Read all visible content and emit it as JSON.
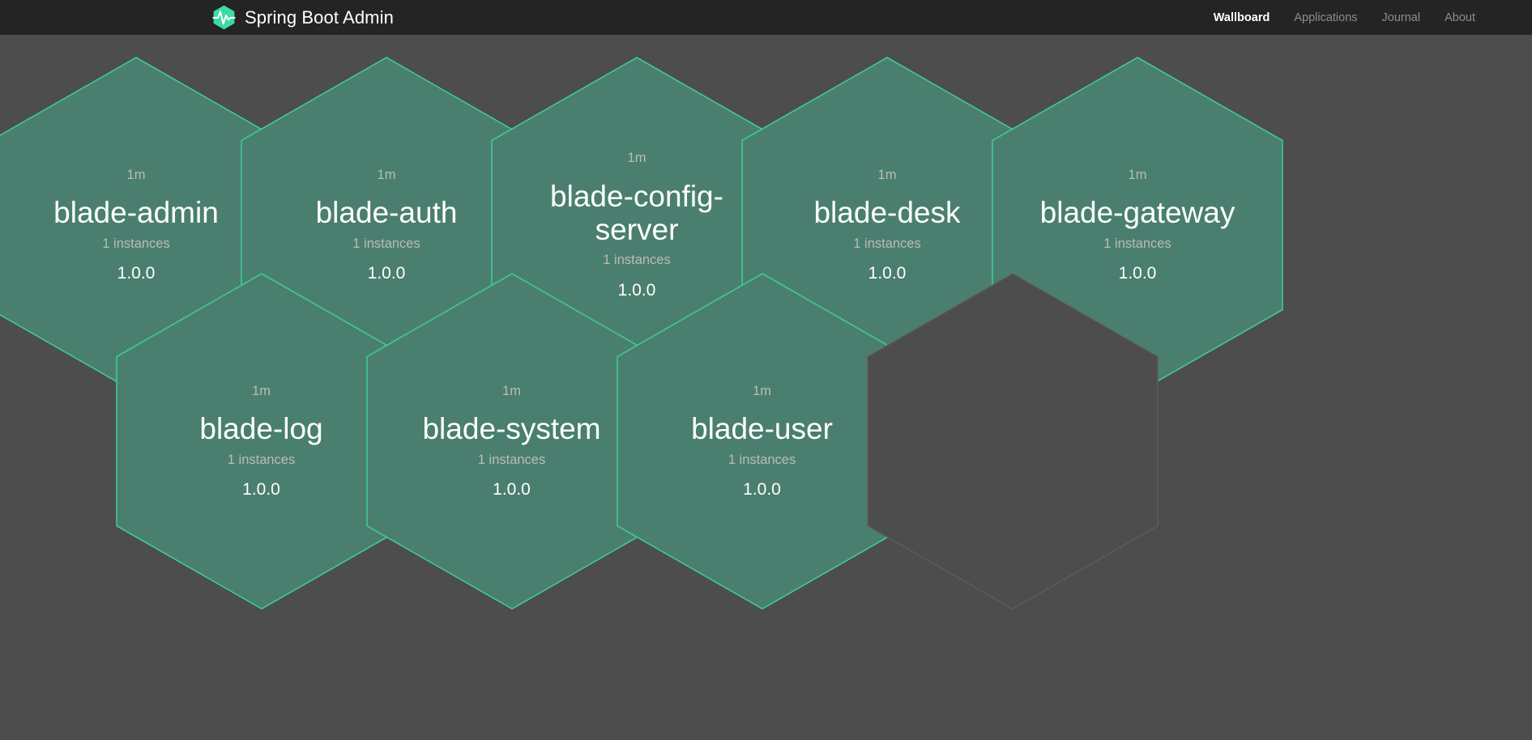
{
  "header": {
    "brand_title": "Spring Boot Admin",
    "logo_icon": "heartbeat-hexagon-icon",
    "logo_color": "#3ddba3",
    "background": "#242424",
    "nav": [
      {
        "label": "Wallboard",
        "active": true,
        "name": "nav-link-wallboard"
      },
      {
        "label": "Applications",
        "active": false,
        "name": "nav-link-applications"
      },
      {
        "label": "Journal",
        "active": false,
        "name": "nav-link-journal"
      },
      {
        "label": "About",
        "active": false,
        "name": "nav-link-about"
      }
    ]
  },
  "wallboard": {
    "background": "#4d4d4d",
    "hex_fill": "#4a7f70",
    "hex_border": "#3dc998",
    "empty_hex_border": "#5d5d5d",
    "applications": [
      {
        "name": "blade-admin",
        "status": "1m",
        "instances": "1 instances",
        "version": "1.0.0",
        "row": 0,
        "col": 0,
        "empty": false
      },
      {
        "name": "blade-auth",
        "status": "1m",
        "instances": "1 instances",
        "version": "1.0.0",
        "row": 0,
        "col": 1,
        "empty": false
      },
      {
        "name": "blade-config-server",
        "status": "1m",
        "instances": "1 instances",
        "version": "1.0.0",
        "row": 0,
        "col": 2,
        "empty": false
      },
      {
        "name": "blade-desk",
        "status": "1m",
        "instances": "1 instances",
        "version": "1.0.0",
        "row": 0,
        "col": 3,
        "empty": false
      },
      {
        "name": "blade-gateway",
        "status": "1m",
        "instances": "1 instances",
        "version": "1.0.0",
        "row": 0,
        "col": 4,
        "empty": false
      },
      {
        "name": "blade-log",
        "status": "1m",
        "instances": "1 instances",
        "version": "1.0.0",
        "row": 1,
        "col": 0,
        "empty": false
      },
      {
        "name": "blade-system",
        "status": "1m",
        "instances": "1 instances",
        "version": "1.0.0",
        "row": 1,
        "col": 1,
        "empty": false
      },
      {
        "name": "blade-user",
        "status": "1m",
        "instances": "1 instances",
        "version": "1.0.0",
        "row": 1,
        "col": 2,
        "empty": false
      },
      {
        "name": "",
        "status": "",
        "instances": "",
        "version": "",
        "row": 1,
        "col": 3,
        "empty": true
      }
    ]
  }
}
